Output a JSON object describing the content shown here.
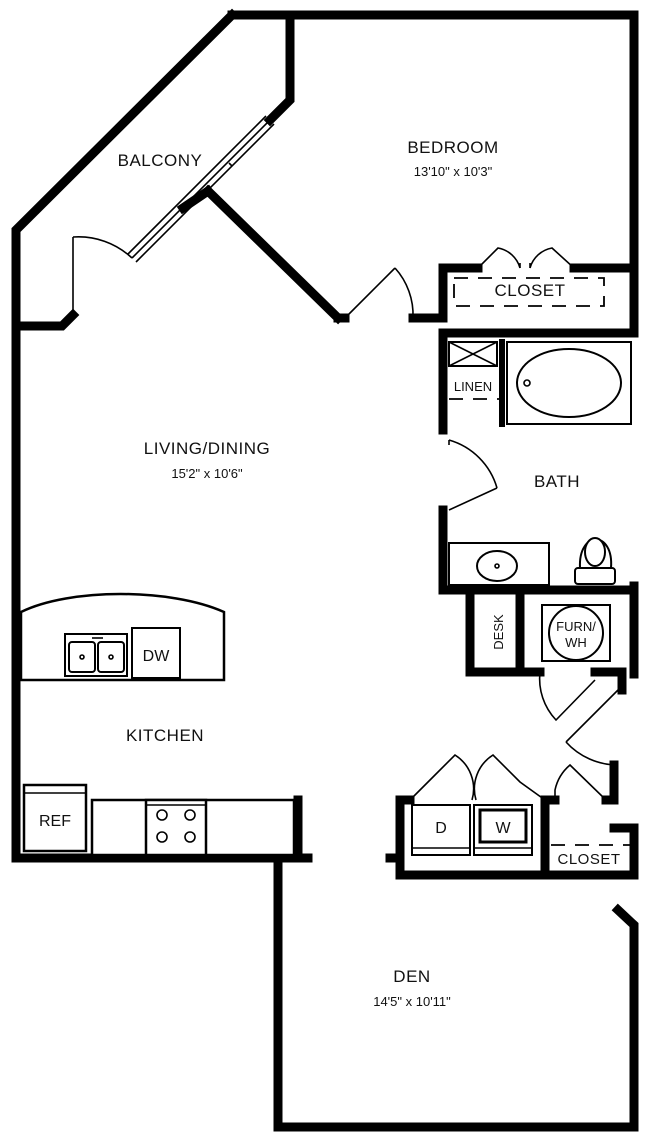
{
  "rooms": {
    "bedroom": {
      "name": "BEDROOM",
      "dimensions": "13'10\" x 10'3\""
    },
    "balcony": {
      "name": "BALCONY"
    },
    "living": {
      "name": "LIVING/DINING",
      "dimensions": "15'2\" x 10'6\""
    },
    "bath": {
      "name": "BATH"
    },
    "kitchen": {
      "name": "KITCHEN"
    },
    "den": {
      "name": "DEN",
      "dimensions": "14'5\" x 10'11\""
    },
    "bedroom_closet": {
      "name": "CLOSET"
    },
    "den_closet": {
      "name": "CLOSET"
    },
    "linen": {
      "name": "LINEN"
    },
    "desk": {
      "name": "DESK"
    }
  },
  "fixtures": {
    "dishwasher": "DW",
    "refrigerator": "REF",
    "dryer": "D",
    "washer": "W",
    "furnace_line1": "FURN/",
    "furnace_line2": "WH"
  }
}
